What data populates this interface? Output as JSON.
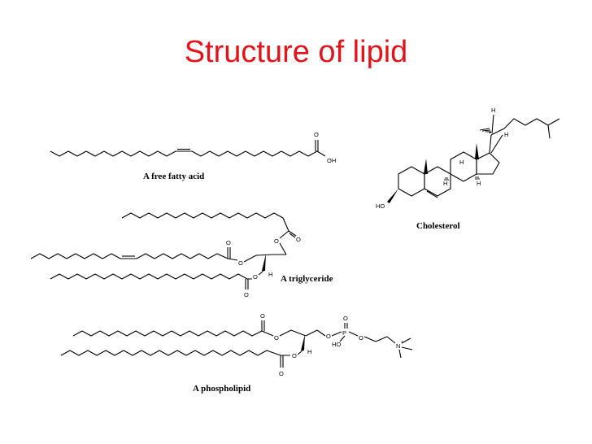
{
  "slide": {
    "title": "Structure of lipid"
  },
  "molecules": {
    "fatty_acid": {
      "caption": "A free fatty acid",
      "atoms": {
        "carbonyl_o": "O",
        "hydroxyl": "OH"
      }
    },
    "triglyceride": {
      "caption": "A triglyceride",
      "atoms": {
        "o1": "O",
        "o2": "O",
        "o3": "O",
        "o4": "O",
        "o5": "O",
        "o6": "O",
        "h": "H"
      }
    },
    "phospholipid": {
      "caption": "A phospholipid",
      "atoms": {
        "o1": "O",
        "o2": "O",
        "o3": "O",
        "o4": "O",
        "o5": "O",
        "p": "P",
        "po": "O",
        "ho": "HO",
        "h": "H",
        "n": "N",
        "plus": "+"
      }
    },
    "cholesterol": {
      "caption": "Cholesterol",
      "atoms": {
        "ho": "HO",
        "h_side": "H",
        "h_d": "H",
        "h_c1": "H",
        "h_c2": "H",
        "h_b": "H"
      }
    }
  }
}
